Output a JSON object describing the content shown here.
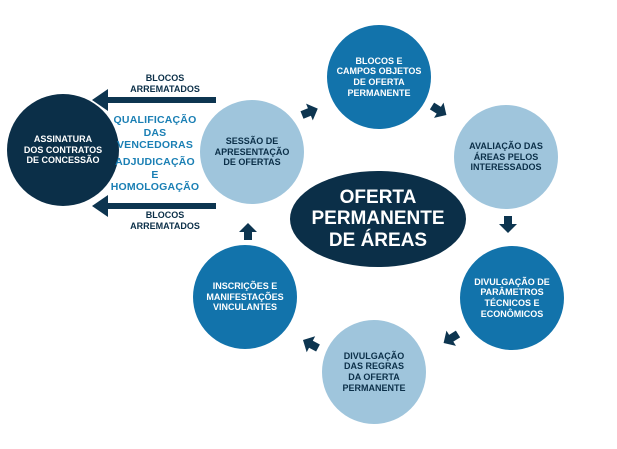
{
  "center": {
    "lines": [
      "OFERTA",
      "PERMANENTE",
      "DE ÁREAS"
    ]
  },
  "nodes": {
    "blocos": [
      "BLOCOS E",
      "CAMPOS OBJETOS",
      "DE OFERTA",
      "PERMANENTE"
    ],
    "avaliacao": [
      "AVALIAÇÃO DAS",
      "ÁREAS PELOS",
      "INTERESSADOS"
    ],
    "divulgacao_parametros": [
      "DIVULGAÇÃO DE",
      "PARÂMETROS",
      "TÉCNICOS E",
      "ECONÔMICOS"
    ],
    "divulgacao_regras": [
      "DIVULGAÇÃO",
      "DAS REGRAS",
      "DA OFERTA",
      "PERMANENTE"
    ],
    "inscricoes": [
      "INSCRIÇÕES E",
      "MANIFESTAÇÕES",
      "VINCULANTES"
    ],
    "sessao": [
      "SESSÃO DE",
      "APRESENTAÇÃO",
      "DE OFERTAS"
    ],
    "assinatura": [
      "ASSINATURA",
      "DOS CONTRATOS",
      "DE CONCESSÃO"
    ]
  },
  "arrow_labels": {
    "top": [
      "BLOCOS",
      "ARREMATADOS"
    ],
    "bottom": [
      "BLOCOS",
      "ARREMATADOS"
    ]
  },
  "middle_labels": {
    "qualificacao": [
      "QUALIFICAÇÃO",
      "DAS",
      "VENCEDORAS"
    ],
    "adjudicacao": [
      "ADJUDICAÇÃO",
      "E",
      "HOMOLOGAÇÃO"
    ]
  },
  "colors": {
    "navy": "#0b2f48",
    "blue": "#1273ab",
    "light_blue": "#9fc5dc",
    "accent_text": "#1a7fb4",
    "arrow": "#0d3550"
  }
}
